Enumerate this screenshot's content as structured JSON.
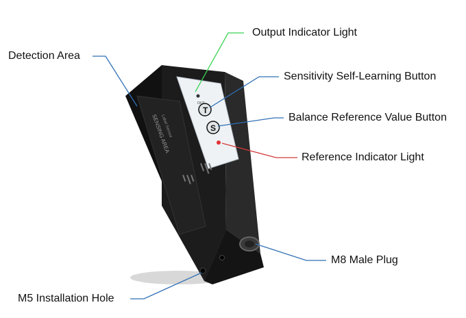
{
  "callouts": {
    "output_indicator_light": "Output Indicator Light",
    "detection_area": "Detection Area",
    "sensitivity_button": "Sensitivity Self-Learning Button",
    "balance_button": "Balance Reference Value Button",
    "reference_indicator_light": "Reference Indicator Light",
    "m8_male_plug": "M8 Male Plug",
    "m5_installation_hole": "M5 Installation Hole"
  },
  "device": {
    "face_text_title": "SENSING AREA",
    "face_text_sub": "Label Sensor",
    "button_t": "T",
    "button_s": "S",
    "tiny_label": "OUT"
  },
  "colors": {
    "output_line": "#39d353",
    "reference_line": "#d33a3a",
    "default_line": "#2f6fb5",
    "reference_led": "#e23030",
    "body": "#1c1c1c"
  }
}
